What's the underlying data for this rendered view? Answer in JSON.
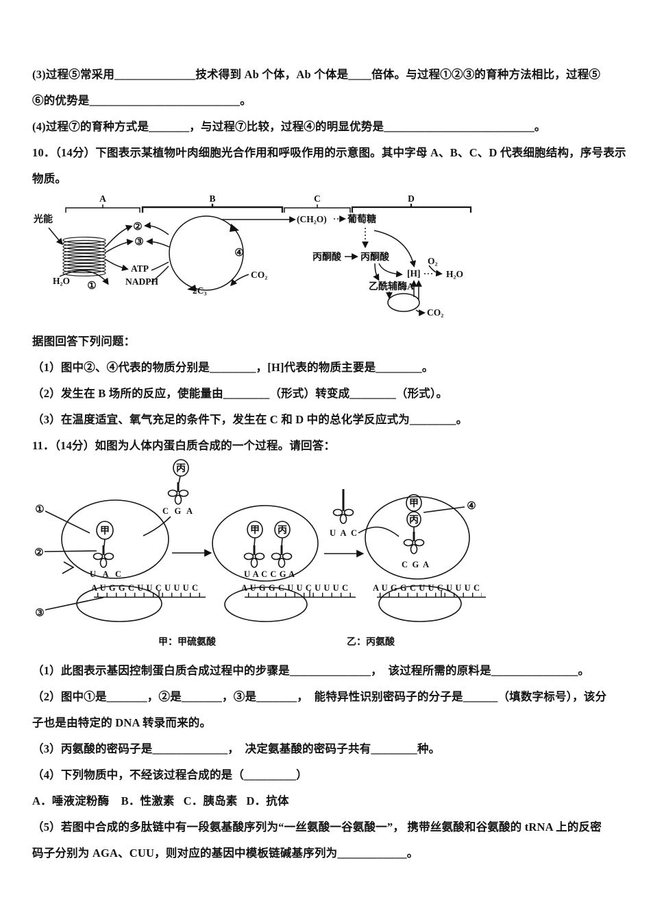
{
  "q9": {
    "l1": "(3)过程⑤常采用______________技术得到 Ab 个体，Ab 个体是____倍体。与过程①②③的育种方法相比，过程⑤",
    "l2": "⑥的优势是__________________________。",
    "l3": "(4)过程⑦的育种方式是_______，与过程⑦比较，过程④的明显优势是__________________________。"
  },
  "q10": {
    "stem1": "10．（14分）下图表示某植物叶肉细胞光合作用和呼吸作用的示意图。其中字母 A、B、C、D 代表细胞结构，序号表示",
    "stem2": "物质。",
    "prompt": "据图回答下列问题：",
    "i1": "（1）图中②、④代表的物质分别是________，[H]代表的物质主要是________。",
    "i2": "（2）发生在 B 场所的反应，使能量由________（形式）转变成________（形式）。",
    "i3": "（3）在温度适宜、氧气充足的条件下，发生在 C 和 D 中的总化学反应式为________。"
  },
  "q11": {
    "stem": "11．（14分）如图为人体内蛋白质合成的一个过程。请回答：",
    "i1": "（1）此图表示基因控制蛋白质合成过程中的步骤是______________，  该过程所需的原料是_______________。",
    "i2a": "（2）图中①是_______，②是_______，③是_______，  能特异性识别密码子的分子是______（填数字标号），该分",
    "i2b": "子也是由特定的 DNA 转录而来的。",
    "i3": "（3）丙氨酸的密码子是_____________，  决定氨基酸的密码子共有________种。",
    "i4": "（4）下列物质中，不经该过程合成的是（_________）",
    "i4opts": "A．唾液淀粉酶    B．性激素   C．胰岛素   D．抗体",
    "i5a": "（5）若图中合成的多肽链中有一段氨基酸序列为“一丝氨酸一谷氨酸一”， 携带丝氨酸和谷氨酸的 tRNA 上的反密",
    "i5b": "码子分别为 AGA、CUU，则对应的基因中模板链碱基序列为____________。"
  },
  "fig1": {
    "A": "A",
    "B": "B",
    "C": "C",
    "D": "D",
    "light": "光能",
    "h2o": "H₂O",
    "n1": "①",
    "n2": "②",
    "n3": "③",
    "n4": "④",
    "atp": "ATP",
    "nadph": "NADPH",
    "c3": "2C₃",
    "co2": "CO₂",
    "ch2o": "(CH₂O)",
    "glucose": "葡萄糖",
    "pyruvate": "丙酮酸",
    "acetyl": "乙酰辅酶A",
    "h": "[H]",
    "o2": "O₂"
  },
  "fig2": {
    "n1": "①",
    "n2": "②",
    "n3": "③",
    "n4": "④",
    "jia": "甲",
    "bing": "丙",
    "uac": "U A C",
    "cga": "C G A",
    "uaccga": "U A C C G A",
    "mrna": "A U G G C U U C U U U C",
    "cap_jia": "甲：甲硫氨酸",
    "cap_yi": "乙：丙氨酸"
  }
}
